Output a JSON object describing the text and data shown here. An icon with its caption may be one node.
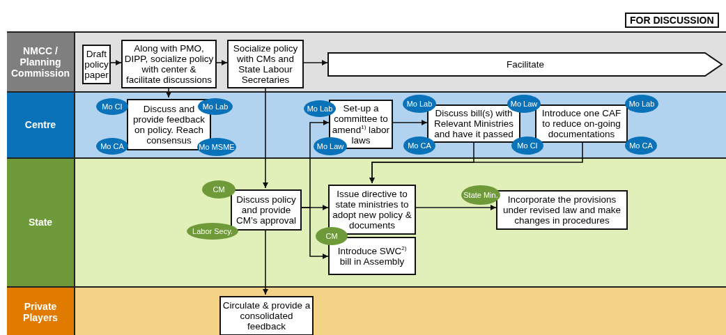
{
  "diagram": {
    "nodes": [
      {
        "text": [
          "NMCC / Planning Commission"
        ]
      },
      {
        "text": [
          "Draft policy paper"
        ],
        "in": 0
      },
      {
        "text": [
          "Along with PMO, DIPP, socialize policy with center & facilitate discussions"
        ],
        "in": 0
      },
      {
        "text": [
          "Socialize policy with CMs and State Labour Secretaries"
        ],
        "in": 0
      },
      {
        "text": [
          "Facilitate"
        ],
        "in": 0
      },
      {
        "text": [
          "Centre"
        ]
      },
      {
        "text": [
          "Discuss and provide feedback on policy. Reach consensus"
        ],
        "in": 5
      },
      {
        "text": [
          "Mo CI"
        ],
        "in": 5
      },
      {
        "text": [
          "Mo Lab"
        ],
        "in": 5
      },
      {
        "text": [
          "Mo CA"
        ],
        "in": 5
      },
      {
        "text": [
          "Mo MSME"
        ],
        "in": 5
      },
      {
        "text": [
          "Set-up a committee to amend$^{1)}$ labor laws"
        ],
        "in": 5
      },
      {
        "text": [
          "Mo Lab"
        ],
        "in": 5
      },
      {
        "text": [
          "Mo Law"
        ],
        "in": 5
      },
      {
        "text": [
          "Discuss bill(s) with Relevant Ministries and have it passed"
        ],
        "in": 5
      },
      {
        "text": [
          "Mo Lab"
        ],
        "in": 5
      },
      {
        "text": [
          "Mo Law"
        ],
        "in": 5
      },
      {
        "text": [
          "Mo Lab"
        ],
        "in": 5
      },
      {
        "text": [
          "Mo CA"
        ],
        "in": 5
      },
      {
        "text": [
          "Mo CI"
        ],
        "in": 5
      },
      {
        "text": [
          "Mo CA"
        ],
        "in": 5
      },
      {
        "text": [
          "Introduce one CAF to reduce on-going documentations"
        ],
        "in": 5
      },
      {
        "text": [
          "State"
        ]
      },
      {
        "text": [
          "Discuss policy and provide CM’s approval"
        ],
        "in": 22
      },
      {
        "text": [
          "CM"
        ],
        "in": 22
      },
      {
        "text": [
          "Labor Secy."
        ],
        "in": 22
      },
      {
        "text": [
          "Issue directive to state ministries to adopt new policy & documents"
        ],
        "in": 22
      },
      {
        "text": [
          "Introduce SWC$^{2)}$ bill in Assembly"
        ],
        "in": 22
      },
      {
        "text": [
          "CM"
        ],
        "in": 22
      },
      {
        "text": [
          "Incorporate the provisions under revised law and make changes in procedures"
        ],
        "in": 22
      },
      {
        "text": [
          "State Min."
        ],
        "in": 22
      },
      {
        "text": [
          "Private Players"
        ]
      },
      {
        "text": [
          "Circulate & provide a consolidated feedback"
        ],
        "in": 31
      }
    ],
    "edges": [
      {
        "from": 1,
        "to": 2,
        "arrow": "to"
      },
      {
        "from": 2,
        "to": 3,
        "arrow": "to"
      },
      {
        "from": 3,
        "to": 4,
        "arrow": "to"
      },
      {
        "from": 2,
        "to": 6,
        "arrow": "to"
      },
      {
        "from": 3,
        "to": 23,
        "arrow": "to"
      },
      {
        "from": 23,
        "to": 32,
        "arrow": "to"
      },
      {
        "from": 23,
        "to": 26,
        "arrow": "to"
      },
      {
        "from": 23,
        "to": 11,
        "arrow": "to"
      },
      {
        "from": 23,
        "to": 27,
        "arrow": "to"
      },
      {
        "from": 11,
        "to": 14,
        "arrow": "to"
      },
      {
        "from": 14,
        "to": 26,
        "arrow": "to"
      },
      {
        "from": 21,
        "to": 26,
        "arrow": "to"
      },
      {
        "from": 26,
        "to": 29,
        "arrow": "to"
      }
    ],
    "labels": [
      "FOR DISCUSSION"
    ]
  }
}
